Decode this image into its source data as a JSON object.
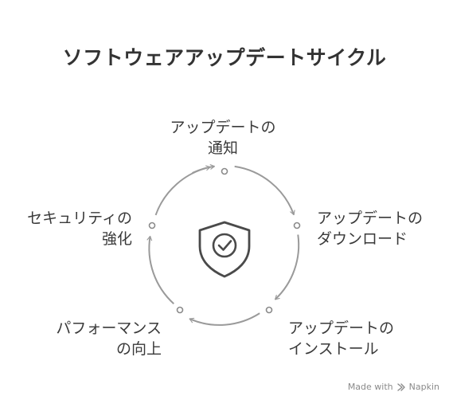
{
  "title": "ソフトウェアアップデートサイクル",
  "stages": {
    "notify": {
      "line1": "アップデートの",
      "line2": "通知"
    },
    "download": {
      "line1": "アップデートの",
      "line2": "ダウンロード"
    },
    "install": {
      "line1": "アップデートの",
      "line2": "インストール"
    },
    "performance": {
      "line1": "パフォーマンス",
      "line2": "の向上"
    },
    "security": {
      "line1": "セキュリティの",
      "line2": "強化"
    }
  },
  "center_icon": "shield-check-icon",
  "colors": {
    "text": "#333333",
    "ring": "#9a9a9a",
    "icon": "#4a4a4a"
  },
  "watermark": {
    "made_with": "Made with",
    "brand": "Napkin"
  }
}
